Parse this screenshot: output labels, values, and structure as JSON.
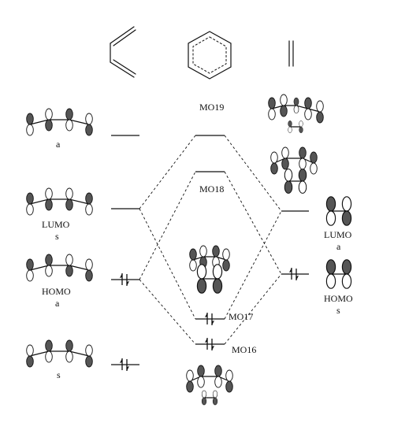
{
  "diagram": {
    "labels": {
      "mo19": "MO19",
      "mo18": "MO18",
      "mo17": "MO17",
      "mo16": "MO16",
      "left_a": "a",
      "left_lumo": "LUMO",
      "left_lumo_sym": "s",
      "left_homo": "HOMO",
      "left_homo_sym": "a",
      "left_s": "s",
      "right_lumo": "LUMO",
      "right_lumo_sym": "a",
      "right_homo": "HOMO",
      "right_homo_sym": "s"
    },
    "molecules": {
      "left": "butadiene-structure",
      "center": "cyclohexene-transition-structure",
      "right": "ethylene-structure"
    }
  }
}
